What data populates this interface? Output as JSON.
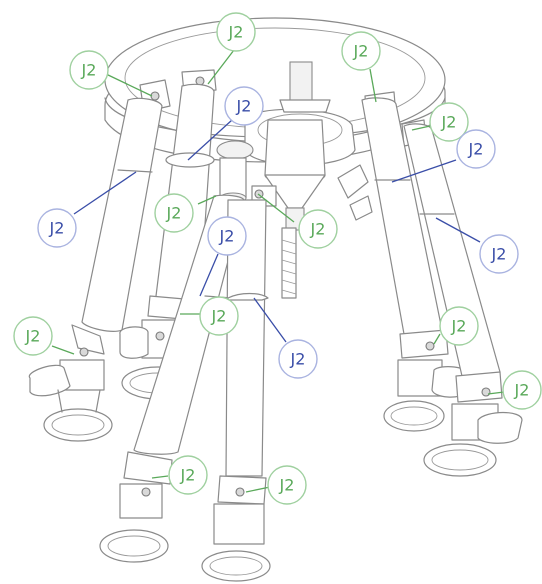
{
  "colors": {
    "green": "#5aa95a",
    "blue": "#3a4ea8",
    "green_ring": "#9fd09f",
    "blue_ring": "#a9b3e0"
  },
  "labels": [
    {
      "id": "j2-top-center",
      "text": "J2",
      "color": "green"
    },
    {
      "id": "j2-top-left",
      "text": "J2",
      "color": "green"
    },
    {
      "id": "j2-top-right",
      "text": "J2",
      "color": "green"
    },
    {
      "id": "j2-upper-mid-blue",
      "text": "J2",
      "color": "blue"
    },
    {
      "id": "j2-right-upper",
      "text": "J2",
      "color": "green"
    },
    {
      "id": "j2-right-blue",
      "text": "J2",
      "color": "blue"
    },
    {
      "id": "j2-left-blue",
      "text": "J2",
      "color": "blue"
    },
    {
      "id": "j2-center-left-green",
      "text": "J2",
      "color": "green"
    },
    {
      "id": "j2-center-blue",
      "text": "J2",
      "color": "blue"
    },
    {
      "id": "j2-center-right-green",
      "text": "J2",
      "color": "green"
    },
    {
      "id": "j2-far-right-blue",
      "text": "J2",
      "color": "blue"
    },
    {
      "id": "j2-left-green",
      "text": "J2",
      "color": "green"
    },
    {
      "id": "j2-mid-green",
      "text": "J2",
      "color": "green"
    },
    {
      "id": "j2-right-lower-green",
      "text": "J2",
      "color": "green"
    },
    {
      "id": "j2-lower-blue",
      "text": "J2",
      "color": "blue"
    },
    {
      "id": "j2-far-right-green",
      "text": "J2",
      "color": "green"
    },
    {
      "id": "j2-bottom-left-green",
      "text": "J2",
      "color": "green"
    },
    {
      "id": "j2-bottom-center-green",
      "text": "J2",
      "color": "green"
    }
  ]
}
